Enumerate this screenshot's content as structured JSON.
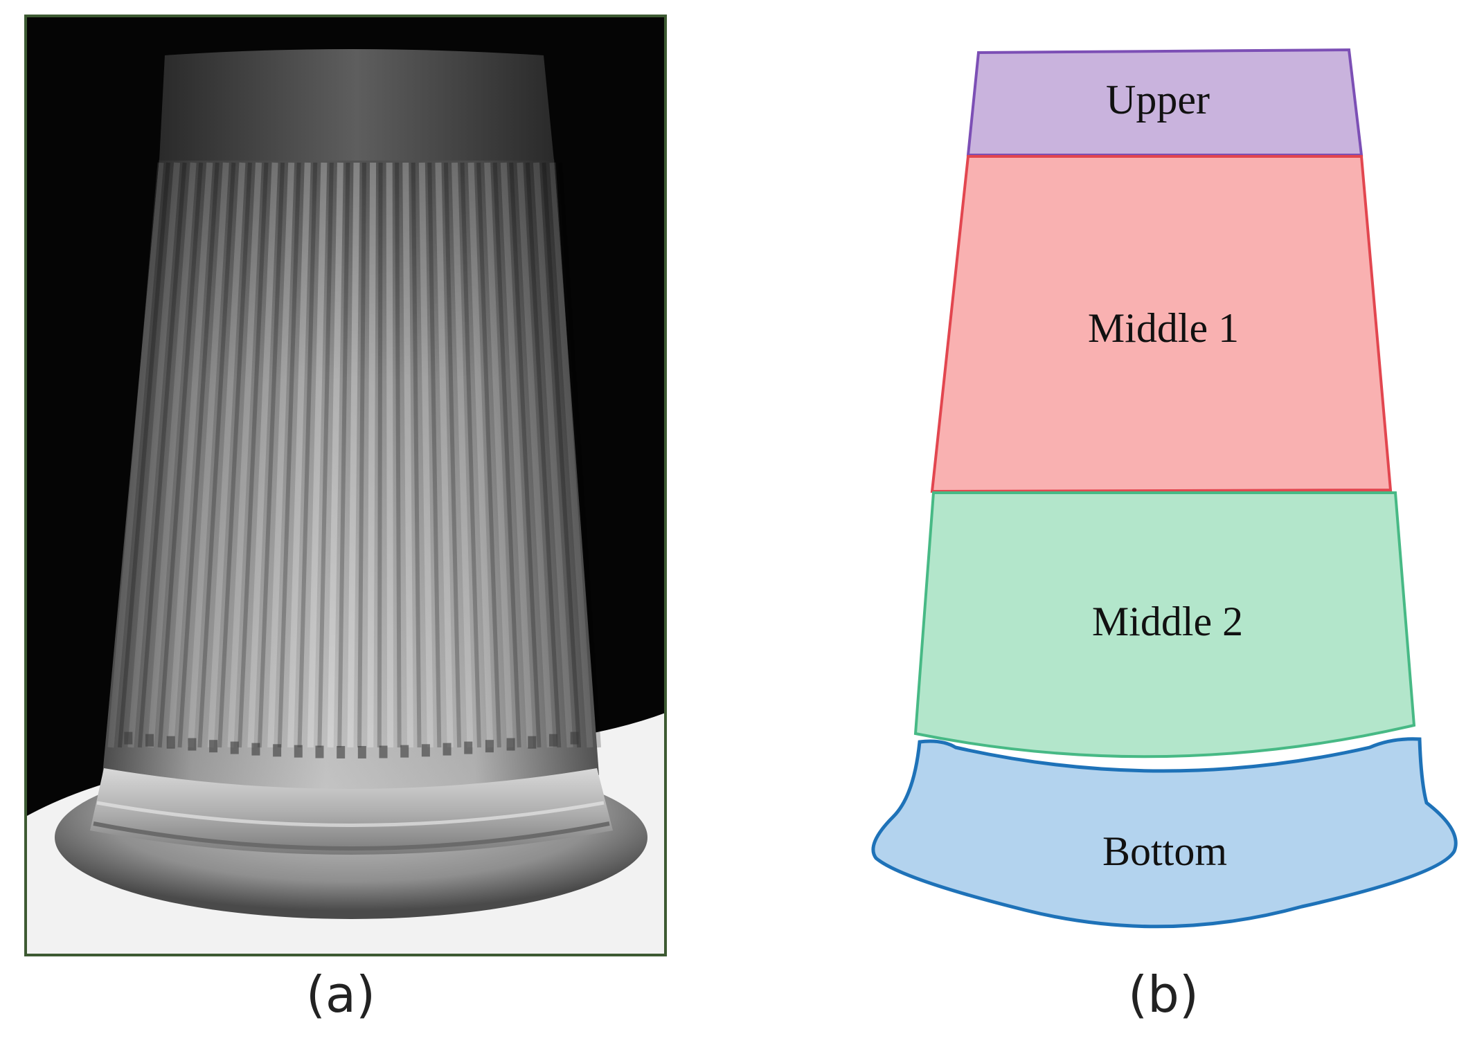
{
  "panel_a": {
    "caption": "(a)",
    "subject": "ribbed-paper-cup-photo"
  },
  "panel_b": {
    "caption": "(b)",
    "regions": [
      {
        "id": "upper",
        "label": "Upper",
        "fill": "#c9b3dd",
        "stroke": "#7c4fb5"
      },
      {
        "id": "middle-1",
        "label": "Middle 1",
        "fill": "#f9b1b1",
        "stroke": "#e2464f"
      },
      {
        "id": "middle-2",
        "label": "Middle 2",
        "fill": "#b3e6cb",
        "stroke": "#47b985"
      },
      {
        "id": "bottom",
        "label": "Bottom",
        "fill": "#b3d3ee",
        "stroke": "#1e72b8"
      }
    ]
  }
}
